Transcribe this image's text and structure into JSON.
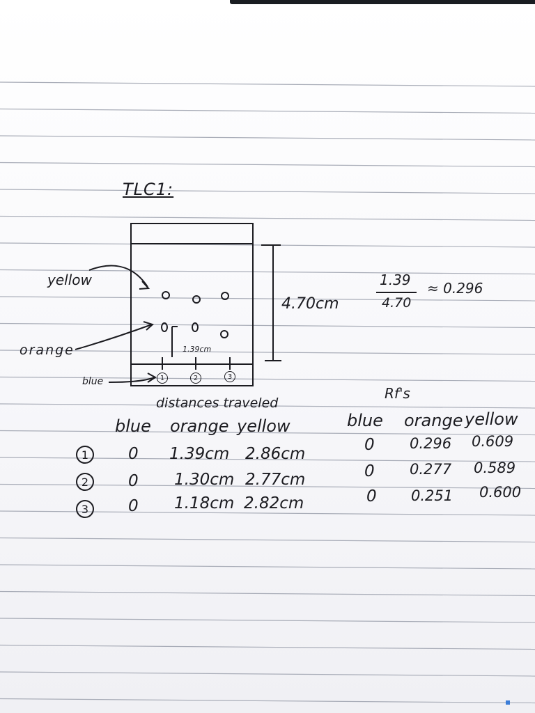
{
  "title": "TLC1:",
  "diagram": {
    "label_yellow": "yellow",
    "label_orange": "orange",
    "label_blue": "blue",
    "distance_label": "1.39cm",
    "solvent_front_label": "4.70cm",
    "spot_markers": [
      "1",
      "2",
      "3"
    ]
  },
  "calculation": {
    "numerator": "1.39",
    "denominator": "4.70",
    "result": "≈ 0.296"
  },
  "distances_table": {
    "heading": "distances traveled",
    "columns": [
      "blue",
      "orange",
      "yellow"
    ],
    "rows": [
      {
        "marker": "1",
        "blue": "0",
        "orange": "1.39cm",
        "yellow": "2.86cm"
      },
      {
        "marker": "2",
        "blue": "0",
        "orange": "1.30cm",
        "yellow": "2.77cm"
      },
      {
        "marker": "3",
        "blue": "0",
        "orange": "1.18cm",
        "yellow": "2.82cm"
      }
    ]
  },
  "rf_table": {
    "heading": "Rf's",
    "columns": [
      "blue",
      "orange",
      "yellow"
    ],
    "rows": [
      {
        "blue": "0",
        "orange": "0.296",
        "yellow": "0.609"
      },
      {
        "blue": "0",
        "orange": "0.277",
        "yellow": "0.589"
      },
      {
        "blue": "0",
        "orange": "0.251",
        "yellow": "0.600"
      }
    ]
  },
  "colors": {
    "ink": "#1b1b20",
    "ruled_line": "#a9adb8",
    "paper": "#ffffff"
  }
}
